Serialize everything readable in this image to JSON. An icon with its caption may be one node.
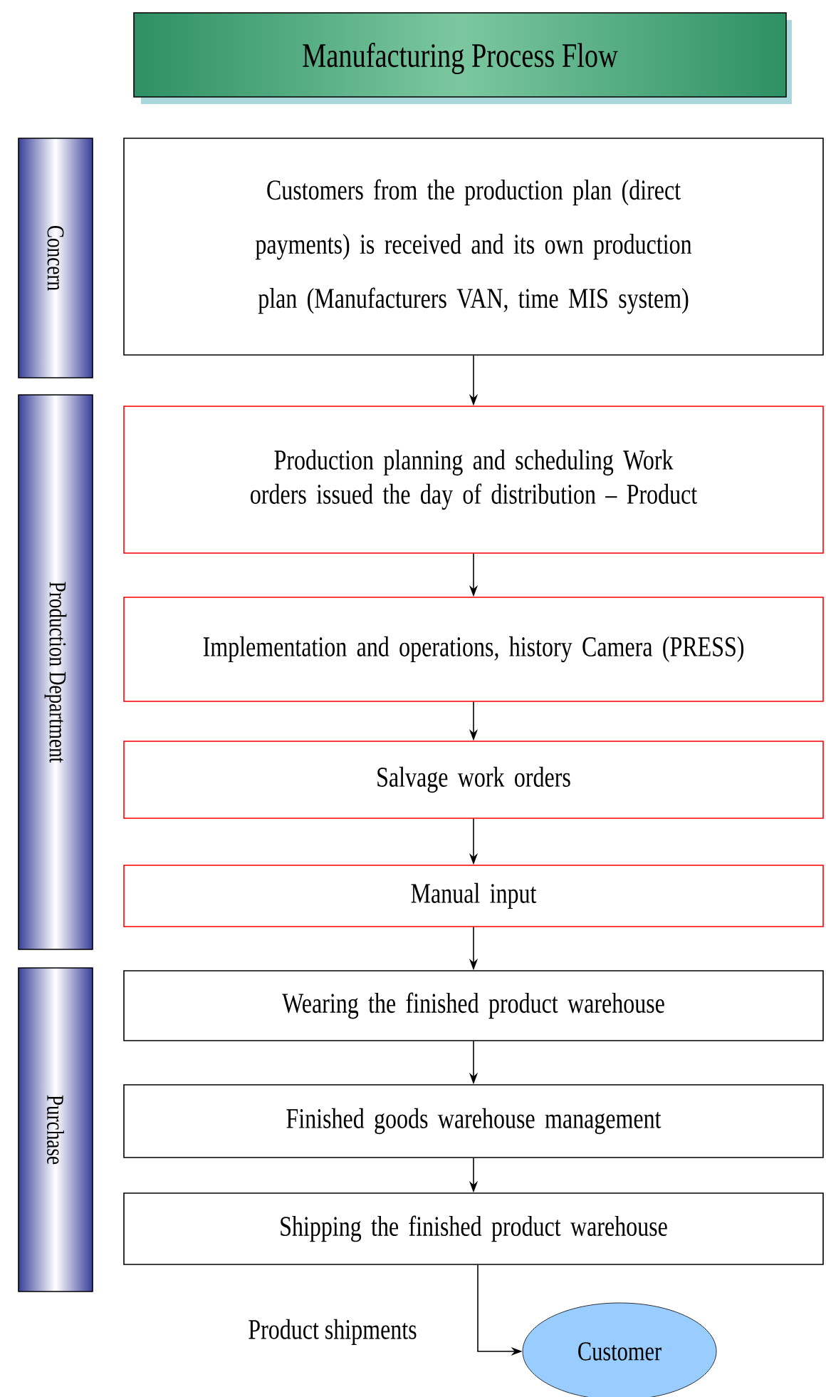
{
  "diagram": {
    "title": "Manufacturing Process Flow",
    "nodes": [
      {
        "text": [
          "Concern"
        ]
      },
      {
        "text": [
          "Production Department"
        ]
      },
      {
        "text": [
          "Purchase"
        ]
      },
      {
        "text": [
          "Customers from the production plan (direct payments) is received and its own production plan (Manufacturers VAN, time MIS system)"
        ]
      },
      {
        "text": [
          "Production planning and scheduling Work orders issued the day of distribution – Product"
        ]
      },
      {
        "text": [
          "Implementation and operations, history Camera (PRESS)"
        ]
      },
      {
        "text": [
          "Salvage work orders"
        ]
      },
      {
        "text": [
          "Manual input"
        ]
      },
      {
        "text": [
          "Wearing the finished product warehouse"
        ]
      },
      {
        "text": [
          "Finished goods warehouse management"
        ]
      },
      {
        "text": [
          "Shipping the finished product warehouse"
        ]
      },
      {
        "text": [
          "Customer"
        ]
      }
    ],
    "edges": [
      {
        "from": 3,
        "to": 4,
        "arrow": "to"
      },
      {
        "from": 4,
        "to": 5,
        "arrow": "to"
      },
      {
        "from": 5,
        "to": 6,
        "arrow": "to"
      },
      {
        "from": 6,
        "to": 7,
        "arrow": "to"
      },
      {
        "from": 7,
        "to": 8,
        "arrow": "to"
      },
      {
        "from": 8,
        "to": 9,
        "arrow": "to"
      },
      {
        "from": 9,
        "to": 10,
        "arrow": "to"
      },
      {
        "from": 10,
        "to": 11,
        "arrow": "to",
        "label": "Product shipments"
      }
    ]
  }
}
